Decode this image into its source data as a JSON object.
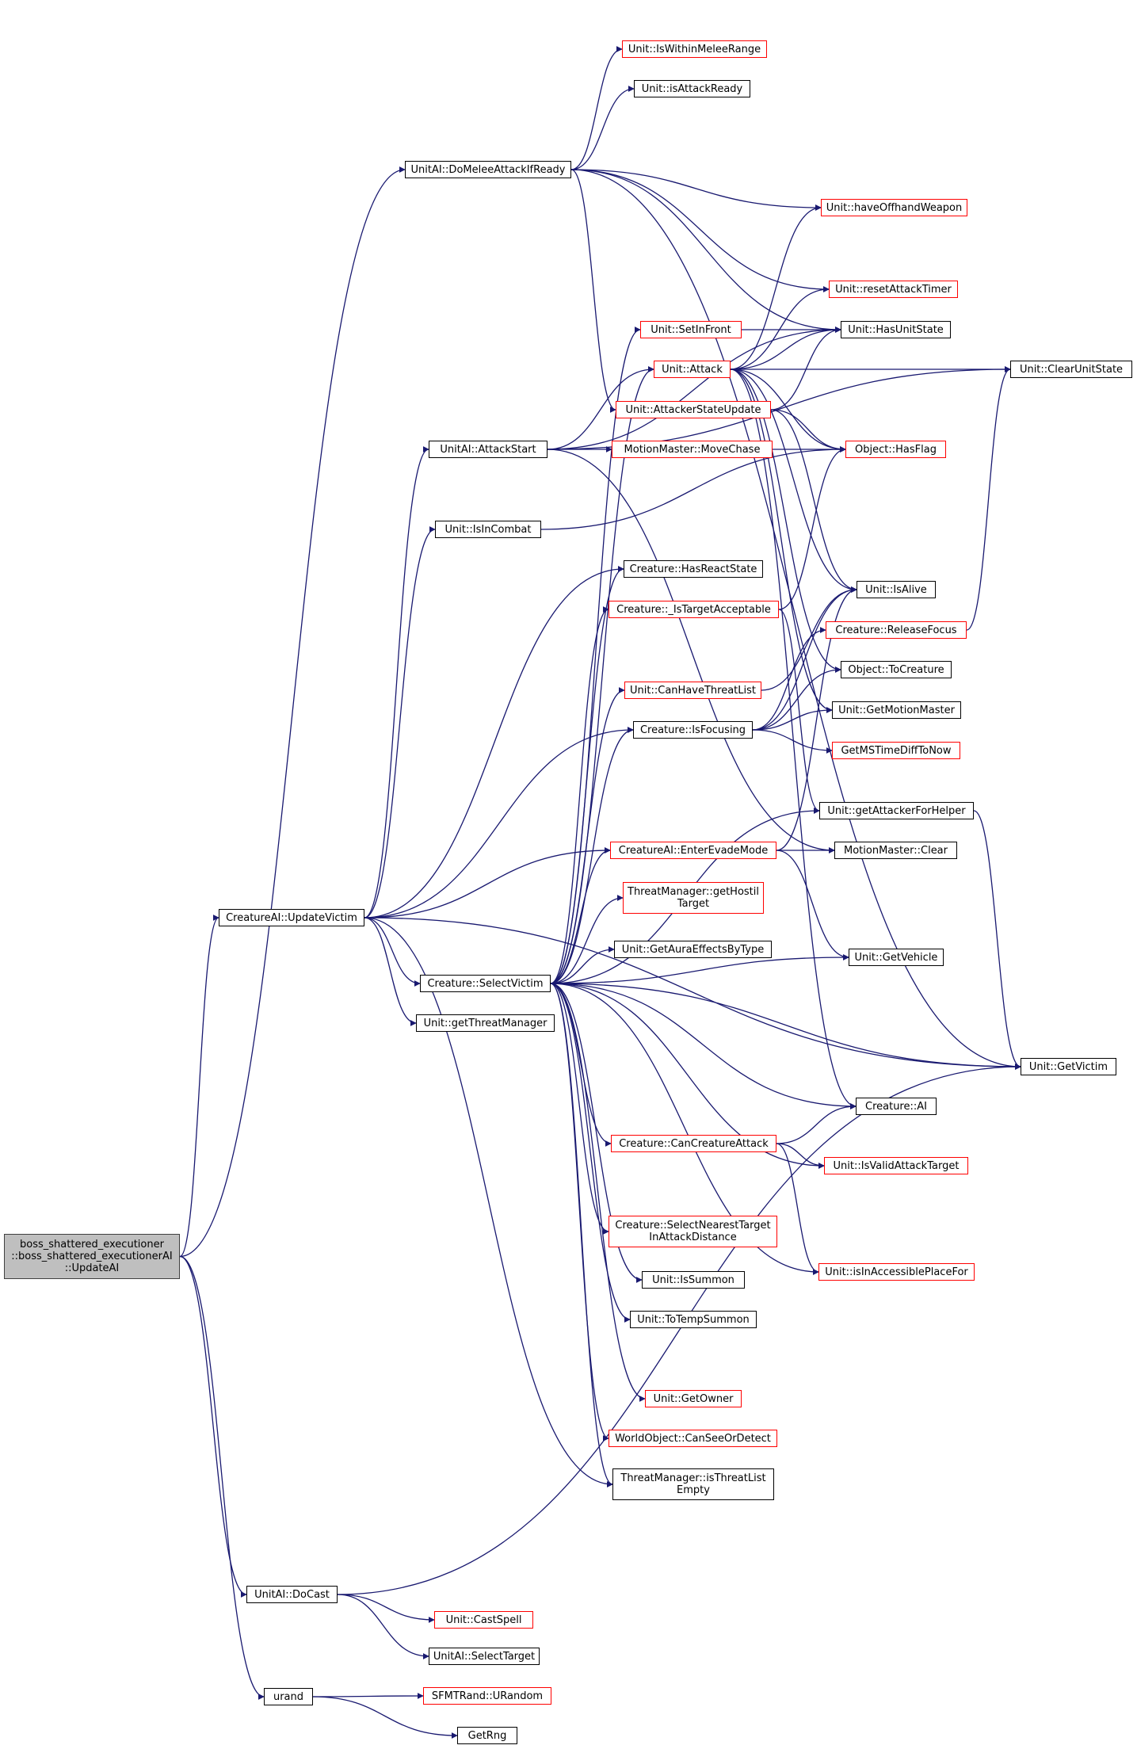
{
  "diagram": {
    "root": "boss_shattered_executioner\n::boss_shattered_executionerAI\n::UpdateAI",
    "nodes": {
      "root": {
        "label": "boss_shattered_executioner\n::boss_shattered_executionerAI\n::UpdateAI",
        "color": "#bfbfbf"
      },
      "domelee": {
        "label": "UnitAI::DoMeleeAttackIfReady",
        "color": "#000000"
      },
      "withinmelee": {
        "label": "Unit::IsWithinMeleeRange",
        "color": "#ff0000"
      },
      "isattackready": {
        "label": "Unit::isAttackReady",
        "color": "#000000"
      },
      "offhand": {
        "label": "Unit::haveOffhandWeapon",
        "color": "#ff0000"
      },
      "resettimer": {
        "label": "Unit::resetAttackTimer",
        "color": "#ff0000"
      },
      "setinfront": {
        "label": "Unit::SetInFront",
        "color": "#ff0000"
      },
      "hasunitstate": {
        "label": "Unit::HasUnitState",
        "color": "#000000"
      },
      "attack": {
        "label": "Unit::Attack",
        "color": "#ff0000"
      },
      "clearunitstate": {
        "label": "Unit::ClearUnitState",
        "color": "#000000"
      },
      "attackerstate": {
        "label": "Unit::AttackerStateUpdate",
        "color": "#ff0000"
      },
      "attackstart": {
        "label": "UnitAI::AttackStart",
        "color": "#000000"
      },
      "movechase": {
        "label": "MotionMaster::MoveChase",
        "color": "#ff0000"
      },
      "hasflag": {
        "label": "Object::HasFlag",
        "color": "#ff0000"
      },
      "isincombat": {
        "label": "Unit::IsInCombat",
        "color": "#000000"
      },
      "hasreact": {
        "label": "Creature::HasReactState",
        "color": "#000000"
      },
      "istarget": {
        "label": "Creature::_IsTargetAcceptable",
        "color": "#ff0000"
      },
      "isalive": {
        "label": "Unit::IsAlive",
        "color": "#000000"
      },
      "releasefocus": {
        "label": "Creature::ReleaseFocus",
        "color": "#ff0000"
      },
      "tocreature": {
        "label": "Object::ToCreature",
        "color": "#000000"
      },
      "canhavethreat": {
        "label": "Unit::CanHaveThreatList",
        "color": "#ff0000"
      },
      "getmotion": {
        "label": "Unit::GetMotionMaster",
        "color": "#000000"
      },
      "isfocusing": {
        "label": "Creature::IsFocusing",
        "color": "#000000"
      },
      "getms": {
        "label": "GetMSTimeDiffToNow",
        "color": "#ff0000"
      },
      "getattackerhelper": {
        "label": "Unit::getAttackerForHelper",
        "color": "#000000"
      },
      "evade": {
        "label": "CreatureAI::EnterEvadeMode",
        "color": "#ff0000"
      },
      "mmclear": {
        "label": "MotionMaster::Clear",
        "color": "#000000"
      },
      "updatevictim": {
        "label": "CreatureAI::UpdateVictim",
        "color": "#000000"
      },
      "gethostile": {
        "label": "ThreatManager::getHostil\nTarget",
        "color": "#ff0000"
      },
      "getaura": {
        "label": "Unit::GetAuraEffectsByType",
        "color": "#000000"
      },
      "getvehicle": {
        "label": "Unit::GetVehicle",
        "color": "#000000"
      },
      "selectvictim": {
        "label": "Creature::SelectVictim",
        "color": "#000000"
      },
      "getthreatmgr": {
        "label": "Unit::getThreatManager",
        "color": "#000000"
      },
      "getvictim": {
        "label": "Unit::GetVictim",
        "color": "#000000"
      },
      "creatureai": {
        "label": "Creature::AI",
        "color": "#000000"
      },
      "cancreatureattack": {
        "label": "Creature::CanCreatureAttack",
        "color": "#ff0000"
      },
      "isvalidattack": {
        "label": "Unit::IsValidAttackTarget",
        "color": "#ff0000"
      },
      "selectnearest": {
        "label": "Creature::SelectNearestTarget\nInAttackDistance",
        "color": "#ff0000"
      },
      "issummon": {
        "label": "Unit::IsSummon",
        "color": "#000000"
      },
      "inaccessible": {
        "label": "Unit::isInAccessiblePlaceFor",
        "color": "#ff0000"
      },
      "totempsummon": {
        "label": "Unit::ToTempSummon",
        "color": "#000000"
      },
      "getowner": {
        "label": "Unit::GetOwner",
        "color": "#ff0000"
      },
      "canseeordetect": {
        "label": "WorldObject::CanSeeOrDetect",
        "color": "#ff0000"
      },
      "threatempty": {
        "label": "ThreatManager::isThreatList\nEmpty",
        "color": "#000000"
      },
      "docast": {
        "label": "UnitAI::DoCast",
        "color": "#000000"
      },
      "castspell": {
        "label": "Unit::CastSpell",
        "color": "#ff0000"
      },
      "selecttarget": {
        "label": "UnitAI::SelectTarget",
        "color": "#000000"
      },
      "urand": {
        "label": "urand",
        "color": "#000000"
      },
      "urandom": {
        "label": "SFMTRand::URandom",
        "color": "#ff0000"
      },
      "getrng": {
        "label": "GetRng",
        "color": "#000000"
      }
    }
  }
}
